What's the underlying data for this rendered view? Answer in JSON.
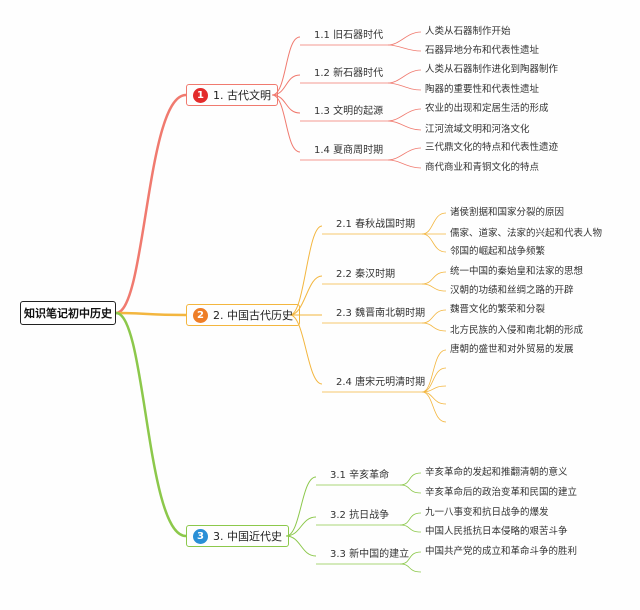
{
  "root": {
    "label": "知识笔记初中历史"
  },
  "topics": [
    {
      "number": "1",
      "label": "1. 古代文明",
      "color": "#f07a6f",
      "badge_color": "#e32b2b",
      "subs": [
        {
          "label": "1.1 旧石器时代",
          "leaves": [
            "人类从石器制作开始",
            "石器异地分布和代表性遗址"
          ]
        },
        {
          "label": "1.2 新石器时代",
          "leaves": [
            "人类从石器制作进化到陶器制作",
            "陶器的重要性和代表性遗址"
          ]
        },
        {
          "label": "1.3 文明的起源",
          "leaves": [
            "农业的出现和定居生活的形成",
            "江河流域文明和河洛文化"
          ]
        },
        {
          "label": "1.4 夏商周时期",
          "leaves": [
            "三代鼎文化的特点和代表性遗迹",
            "商代商业和青铜文化的特点"
          ]
        }
      ]
    },
    {
      "number": "2",
      "label": "2. 中国古代历史",
      "color": "#f3b63f",
      "badge_color": "#ee7e28",
      "subs": [
        {
          "label": "2.1 春秋战国时期",
          "leaves": [
            "诸侯割据和国家分裂的原因",
            "儒家、道家、法家的兴起和代表人物",
            "邻国的崛起和战争频繁"
          ]
        },
        {
          "label": "2.2 秦汉时期",
          "leaves": [
            "统一中国的秦始皇和法家的思想",
            "汉朝的功绩和丝绸之路的开辟"
          ]
        },
        {
          "label": "2.3 魏晋南北朝时期",
          "leaves": [
            "魏晋文化的繁荣和分裂",
            "北方民族的入侵和南北朝的形成"
          ]
        },
        {
          "label": "2.4 唐宋元明清时期",
          "leaves": [
            "唐朝的盛世和对外贸易的发展",
            "",
            "",
            "",
            ""
          ]
        }
      ]
    },
    {
      "number": "3",
      "label": "3. 中国近代史",
      "color": "#8cc84b",
      "badge_color": "#2a8fd6",
      "subs": [
        {
          "label": "3.1 辛亥革命",
          "leaves": [
            "辛亥革命的发起和推翻清朝的意义",
            "辛亥革命后的政治变革和民国的建立"
          ]
        },
        {
          "label": "3.2 抗日战争",
          "leaves": [
            "九一八事变和抗日战争的爆发",
            "中国人民抵抗日本侵略的艰苦斗争"
          ]
        },
        {
          "label": "3.3 新中国的建立",
          "leaves": [
            "中国共产党的成立和革命斗争的胜利",
            ""
          ]
        }
      ]
    }
  ]
}
